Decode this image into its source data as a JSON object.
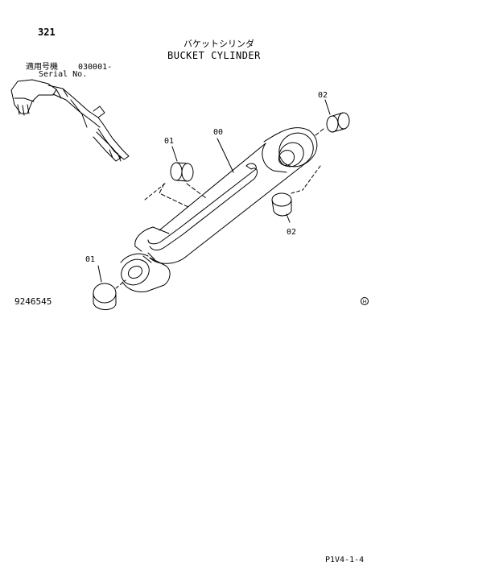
{
  "header": {
    "page_number": "321",
    "title_jp": "バケットシリンダ",
    "title_en": "BUCKET CYLINDER",
    "serial_label_jp": "適用号機",
    "serial_label_en": "Serial No.",
    "serial_value": "030001-"
  },
  "callouts": {
    "cylinder": "00",
    "bushing_top_left": "01",
    "bushing_bottom_left": "01",
    "bushing_top_right": "02",
    "bushing_right": "02"
  },
  "footer": {
    "figure_id": "9246545",
    "page_code": "P1V4-1-4",
    "stamp_text": "H"
  }
}
